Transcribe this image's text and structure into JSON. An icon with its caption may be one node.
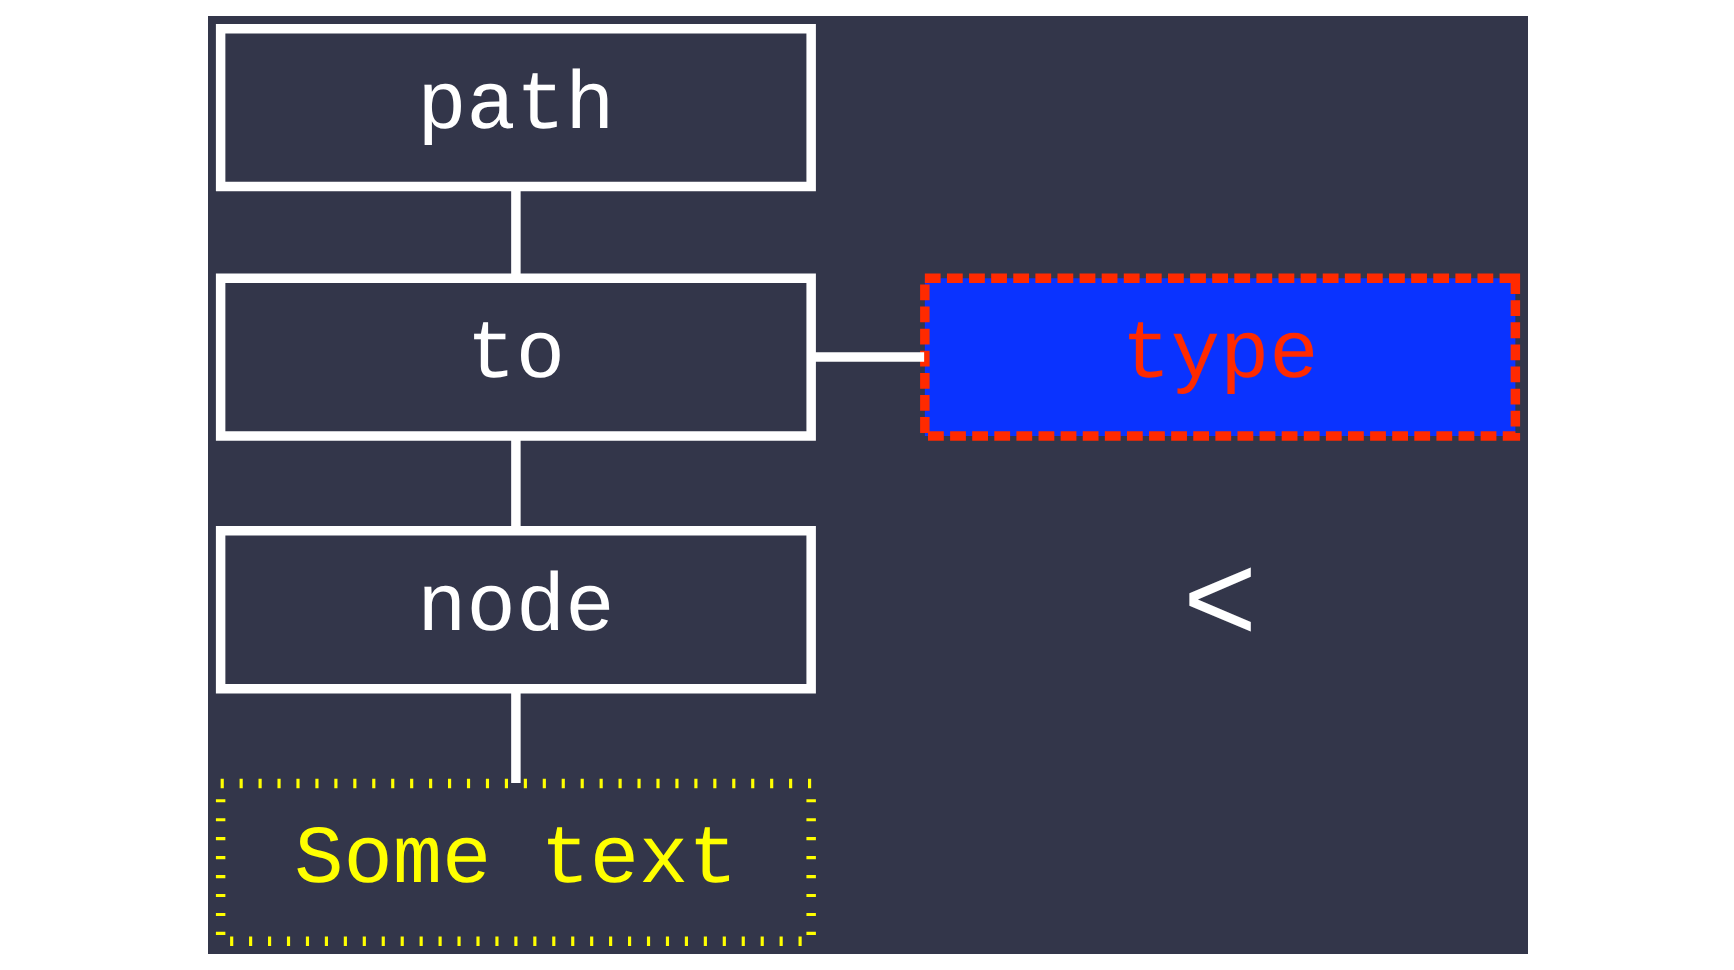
{
  "diagram": {
    "nodes": [
      {
        "text": [
          "path"
        ]
      },
      {
        "text": [
          "to"
        ]
      },
      {
        "text": [
          "type"
        ]
      },
      {
        "text": [
          "node"
        ]
      },
      {
        "text": [
          "Some text"
        ]
      }
    ],
    "edges": [
      {
        "from": 0,
        "to": 1,
        "arrow": "none"
      },
      {
        "from": 1,
        "to": 2,
        "arrow": "none"
      },
      {
        "from": 1,
        "to": 3,
        "arrow": "none"
      },
      {
        "from": 3,
        "to": 4,
        "arrow": "none"
      }
    ],
    "labels": [
      "<"
    ]
  }
}
